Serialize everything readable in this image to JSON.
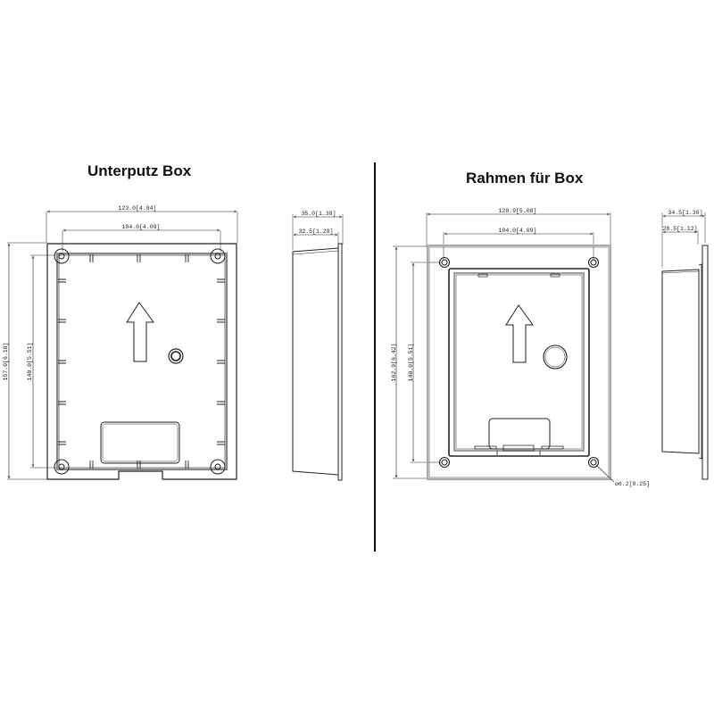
{
  "left_panel": {
    "title": "Unterputz Box",
    "front_view": {
      "width_outer": "123.0[4.84]",
      "width_holes": "104.0[4.09]",
      "height_outer": "157.0[6.18]",
      "height_holes": "140.0[5.51]"
    },
    "side_view": {
      "depth_total": "35.0[1.38]",
      "depth_body": "32.5[1.28]"
    }
  },
  "right_panel": {
    "title": "Rahmen für Box",
    "front_view": {
      "width_outer": "128.9[5.08]",
      "width_holes": "104.0[4.09]",
      "height_outer": "162.9[6.42]",
      "height_holes": "140.0[5.51]",
      "hole_diameter": "ø6.2[0.25]"
    },
    "side_view": {
      "depth_total": "34.5[1.36]",
      "depth_body": "28.5[1.12]"
    }
  },
  "colors": {
    "line": "#222222",
    "gray_line": "#9a9a9a",
    "background": "#ffffff"
  }
}
